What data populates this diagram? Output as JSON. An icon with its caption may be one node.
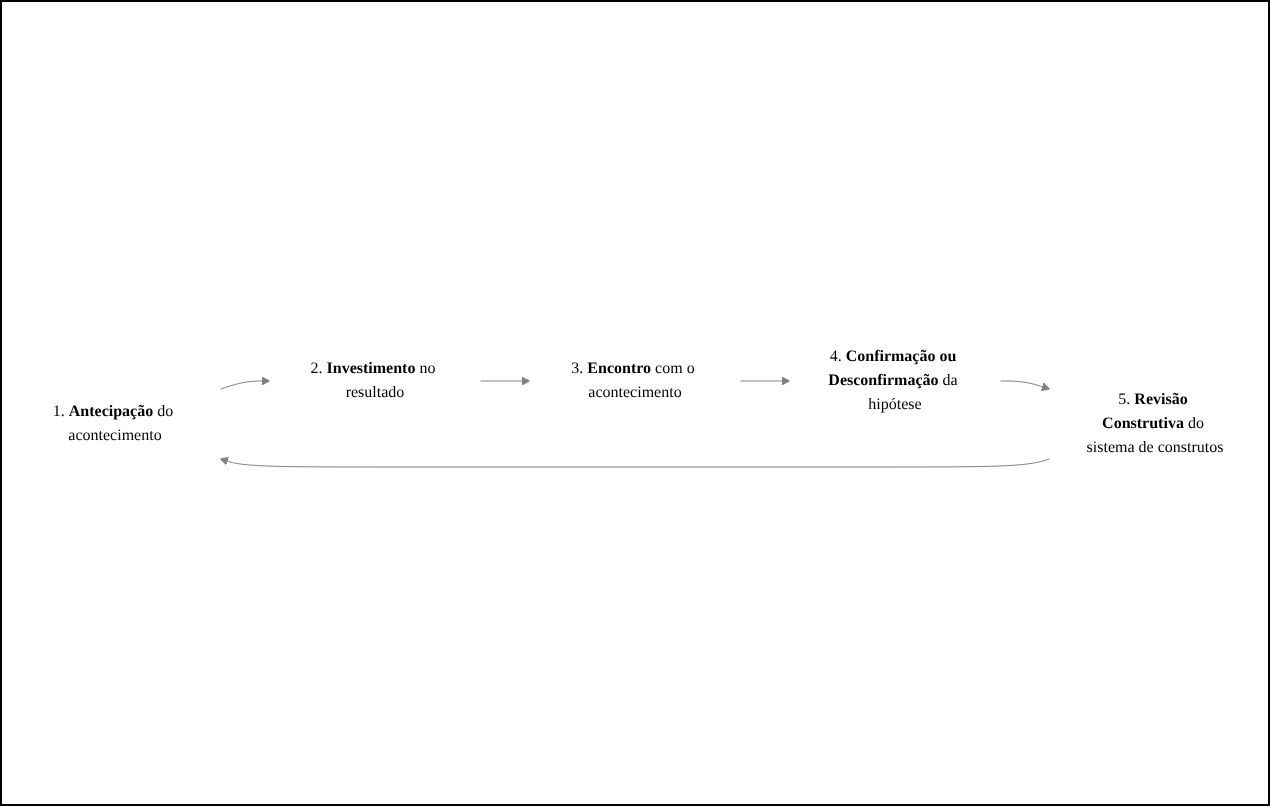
{
  "diagram": {
    "nodes": [
      {
        "text": [
          "1. **Antecipação** do acontecimento"
        ]
      },
      {
        "text": [
          "2. **Investimento** no resultado"
        ]
      },
      {
        "text": [
          "3. **Encontro** com o acontecimento"
        ]
      },
      {
        "text": [
          "4. **Confirmação ou Desconfirmação** da hipótese"
        ]
      },
      {
        "text": [
          "5. **Revisão Construtiva** do sistema de construtos"
        ]
      }
    ],
    "edges": [
      {
        "from": 0,
        "to": 1,
        "arrow": "to"
      },
      {
        "from": 1,
        "to": 2,
        "arrow": "to"
      },
      {
        "from": 2,
        "to": 3,
        "arrow": "to"
      },
      {
        "from": 3,
        "to": 4,
        "arrow": "to"
      },
      {
        "from": 4,
        "to": 0,
        "arrow": "to"
      }
    ]
  }
}
